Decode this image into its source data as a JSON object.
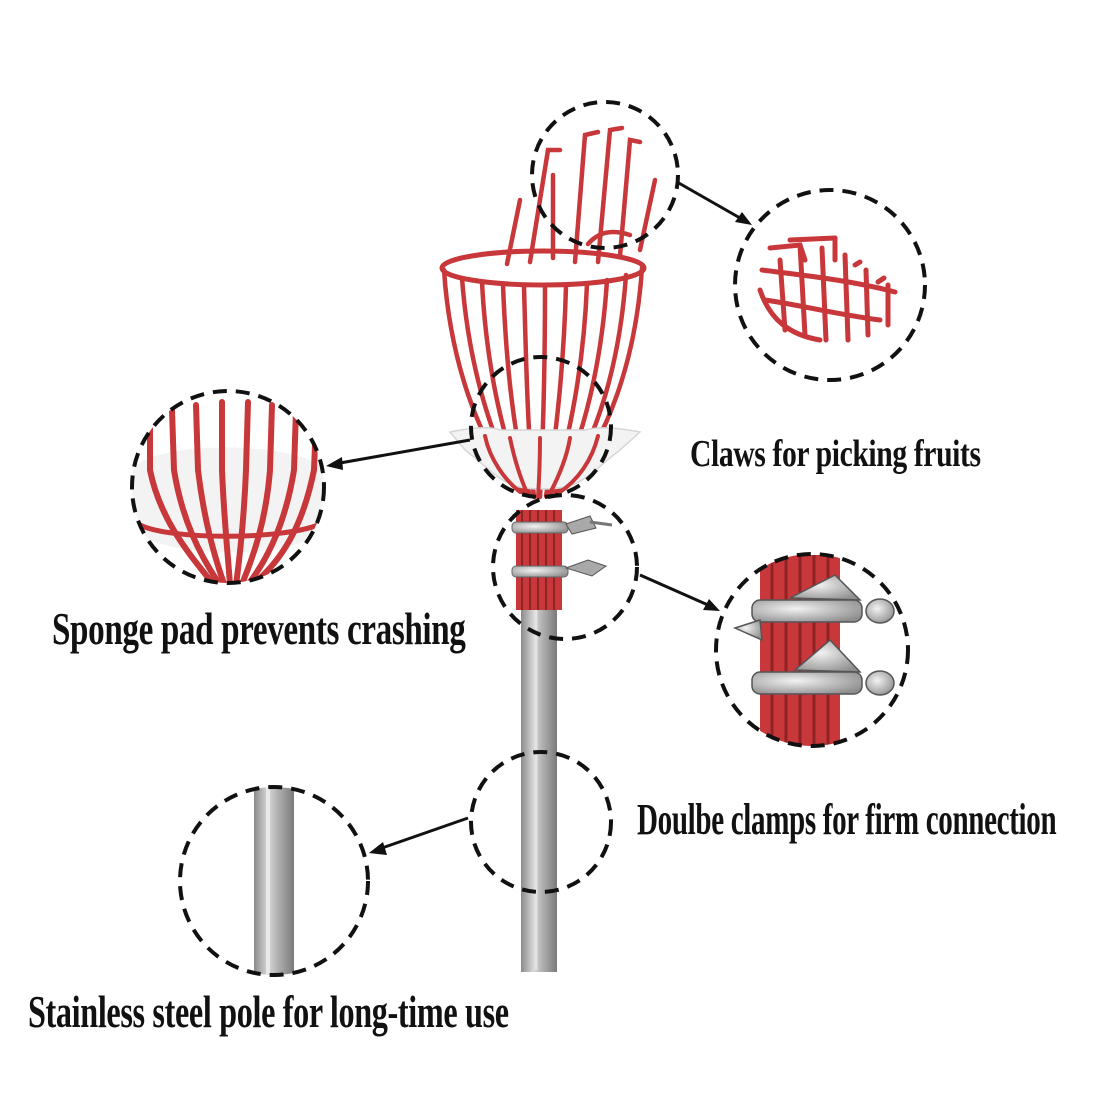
{
  "colors": {
    "basket_red": "#c8373a",
    "sponge_white": "#f3f3f3",
    "steel": "#b4b4b4",
    "callout_stroke": "#111111",
    "text": "#111111",
    "background": "#ffffff"
  },
  "captions": {
    "claws": "Claws for picking fruits",
    "sponge": "Sponge pad prevents crashing",
    "clamps": "Doulbe clamps for firm connection",
    "pole": "Stainless steel pole for long-time use"
  }
}
